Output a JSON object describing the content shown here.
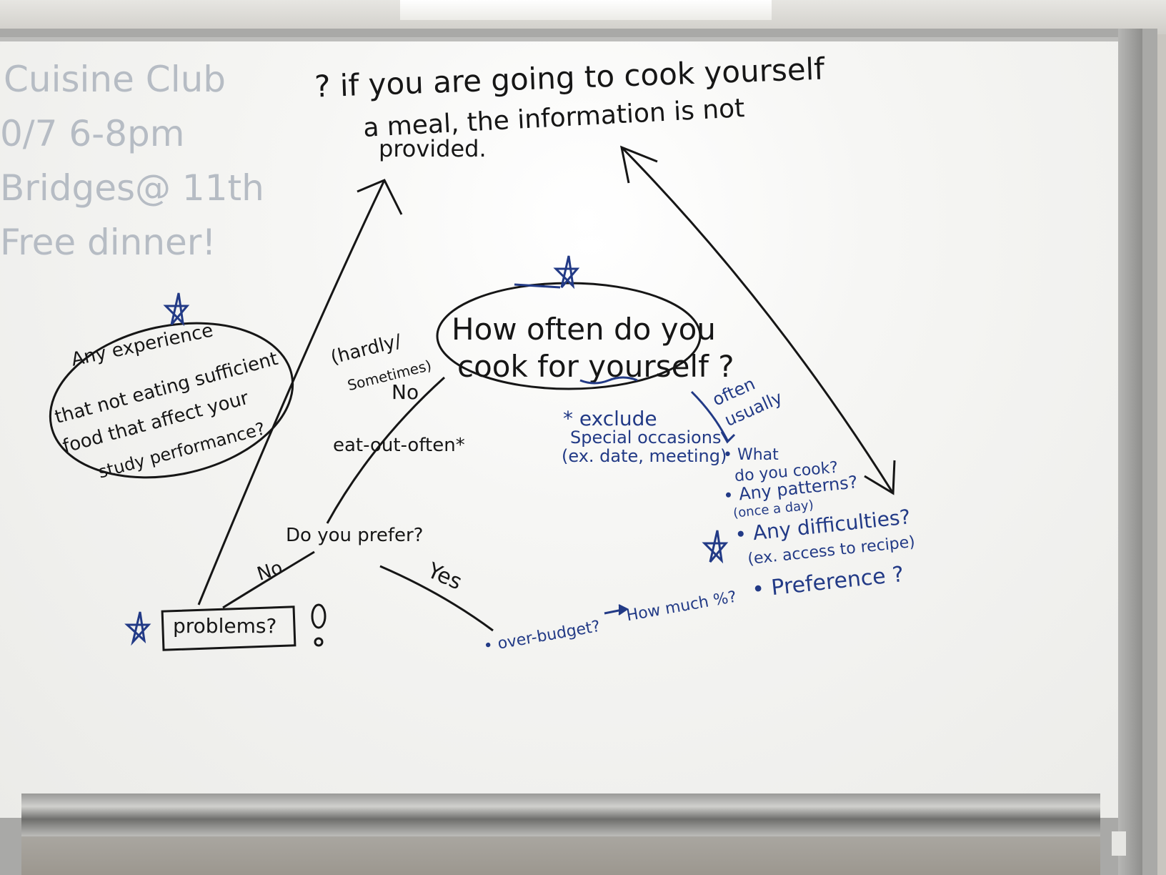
{
  "faded_notes": {
    "line1": "Cuisine Club",
    "line2": "0/7  6-8pm",
    "line3": "Bridges@ 11th",
    "line4": "Free dinner!"
  },
  "top_question": {
    "line1": "? if you are going to cook yourself",
    "line2": "a meal, the information is not",
    "line3": "provided."
  },
  "center_question": {
    "line1": "How often do you",
    "line2": "cook for yourself ?"
  },
  "left_question": {
    "line1": "Any experience",
    "line2": "that not eating sufficient",
    "line3": "food that affect your",
    "line4": "study performance?"
  },
  "branch_left": {
    "hardly": "(hardly/",
    "sometimes": "Sometimes)",
    "no": "No",
    "eat_out": "eat-out-often*",
    "prefer": "Do you prefer?",
    "no2": "No",
    "yes": "Yes",
    "problems": "problems?"
  },
  "branch_right": {
    "often": "often",
    "usually": "usually",
    "exclude": "* exclude",
    "special": "Special occasions",
    "examples": "(ex. date, meeting)"
  },
  "bullets": {
    "what": "• What",
    "what2": "do you cook?",
    "patterns": "• Any patterns?",
    "once": "(once a day)",
    "difficulties": "• Any difficulties?",
    "access": "(ex. access to recipe)",
    "preference": "• Preference ?"
  },
  "budget": {
    "over": "• over-budget?",
    "how_much": "How much %?"
  },
  "colors": {
    "black_marker": "#161616",
    "blue_marker": "#223a86",
    "faded_marker": "#b6bcc4"
  },
  "icons": [
    "star-icon",
    "arrow-icon"
  ]
}
